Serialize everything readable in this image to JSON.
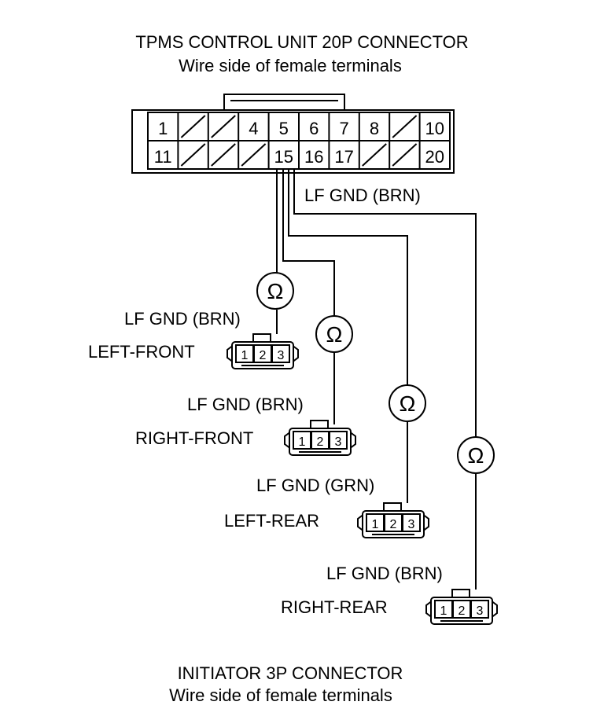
{
  "header": {
    "title": "TPMS CONTROL UNIT 20P CONNECTOR",
    "subtitle": "Wire side of female terminals"
  },
  "control_unit": {
    "top_row": [
      "1",
      "",
      "",
      "4",
      "5",
      "6",
      "7",
      "8",
      "",
      "10"
    ],
    "bottom_row": [
      "11",
      "",
      "",
      "",
      "15",
      "16",
      "17",
      "",
      "",
      "20"
    ]
  },
  "wire_label_top": "LF GND (BRN)",
  "ohm_symbol": "Ω",
  "initiators": [
    {
      "name": "LEFT-FRONT",
      "wire": "LF GND (BRN)",
      "pins": [
        "1",
        "2",
        "3"
      ]
    },
    {
      "name": "RIGHT-FRONT",
      "wire": "LF GND (BRN)",
      "pins": [
        "1",
        "2",
        "3"
      ]
    },
    {
      "name": "LEFT-REAR",
      "wire": "LF GND (GRN)",
      "pins": [
        "1",
        "2",
        "3"
      ]
    },
    {
      "name": "RIGHT-REAR",
      "wire": "LF GND (BRN)",
      "pins": [
        "1",
        "2",
        "3"
      ]
    }
  ],
  "footer": {
    "title": "INITIATOR 3P CONNECTOR",
    "subtitle": "Wire side of female terminals"
  }
}
